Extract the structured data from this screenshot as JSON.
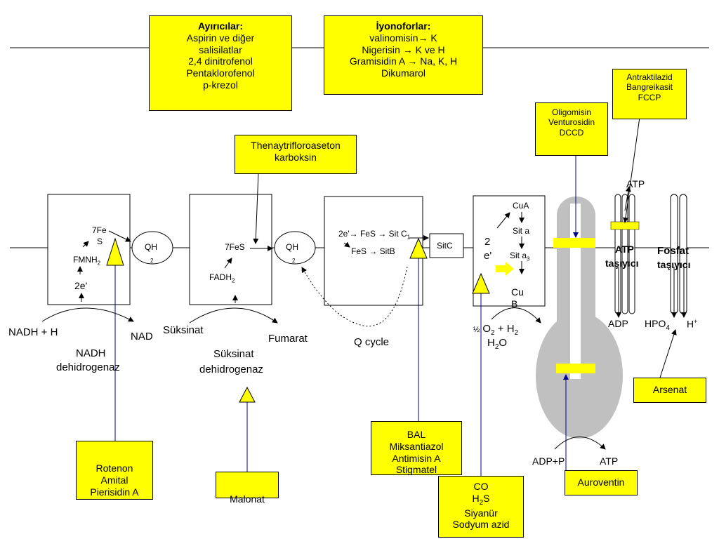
{
  "uncouplers": {
    "title": "Ayırıcılar:",
    "lines": [
      "Aspirin ve diğer",
      "salisilatlar",
      "2,4 dinitrofenol",
      "Pentaklorofenol",
      "p-krezol"
    ]
  },
  "ionophores": {
    "title": "İyonoforlar:",
    "lines": [
      "valinomisin→ K",
      "Nigerisin → K ve H",
      "Gramisidin A → Na, K, H",
      "Dikumarol"
    ]
  },
  "thenoyl": {
    "lines": [
      "Thenaytrifloroaseton",
      "karboksin"
    ]
  },
  "oligomycin": {
    "lines": [
      "Oligomisin",
      "Venturosidin",
      "DCCD"
    ]
  },
  "atractyloside": {
    "lines": [
      "Antraktilazid",
      "Bangreikasit",
      "FCCP"
    ]
  },
  "rotenone": {
    "lines": [
      "Rotenon",
      "Amital",
      "Pierisidin A"
    ]
  },
  "malonate": {
    "label": "Malonat"
  },
  "bal": {
    "lines": [
      "BAL",
      "Miksantiazol",
      "Antimisin A",
      "Stigmatel"
    ]
  },
  "co": {
    "lines": [
      "CO",
      "H2S",
      "Siyanür",
      "Sodyum azid"
    ]
  },
  "aurovertin": {
    "label": "Auroventin"
  },
  "arsenate": {
    "label": "Arsenat"
  },
  "complex1": {
    "fes": "7Fe",
    "s": "S",
    "fmnh": "FMNH2",
    "electrons": "2e'",
    "substrate": "NADH + H",
    "product": "NAD",
    "name1": "NADH",
    "name2": "dehidrogenaz"
  },
  "q1": {
    "label": "QH",
    "sub": "2"
  },
  "complex2": {
    "fes": "7FeS",
    "fadh": "FADH2",
    "substrate": "Süksinat",
    "product": "Fumarat",
    "name1": "Süksinat",
    "name2": "dehidrogenaz"
  },
  "q2": {
    "label": "QH",
    "sub": "2"
  },
  "complex3": {
    "line1": "2e'→ FeS → Sit C1",
    "line2": "FeS → SitB",
    "qcycle": "Q cycle"
  },
  "sitc": {
    "label": "SitC"
  },
  "complex4": {
    "cua": "CuA",
    "sita": "Sit a",
    "sita3": "Sit a3",
    "cub": "Cu B",
    "electrons_num": "2",
    "electrons_e": "e'",
    "reaction1": "½ O2 + H2",
    "reaction2": "H2O"
  },
  "atp_synthase": {
    "substrate": "ADP+P",
    "product": "ATP"
  },
  "atp_carrier": {
    "top": "ATP",
    "name1": "ATP",
    "name2": "taşıyıcı",
    "bottom": "ADP"
  },
  "phosphate_carrier": {
    "name1": "Fosfat",
    "name2": "taşıyıcı",
    "hpo4": "HPO4",
    "h": "H+"
  },
  "colors": {
    "highlight": "#ffff00",
    "inhibitor_line": "#00008b",
    "synthase": "#c0c0c0"
  }
}
